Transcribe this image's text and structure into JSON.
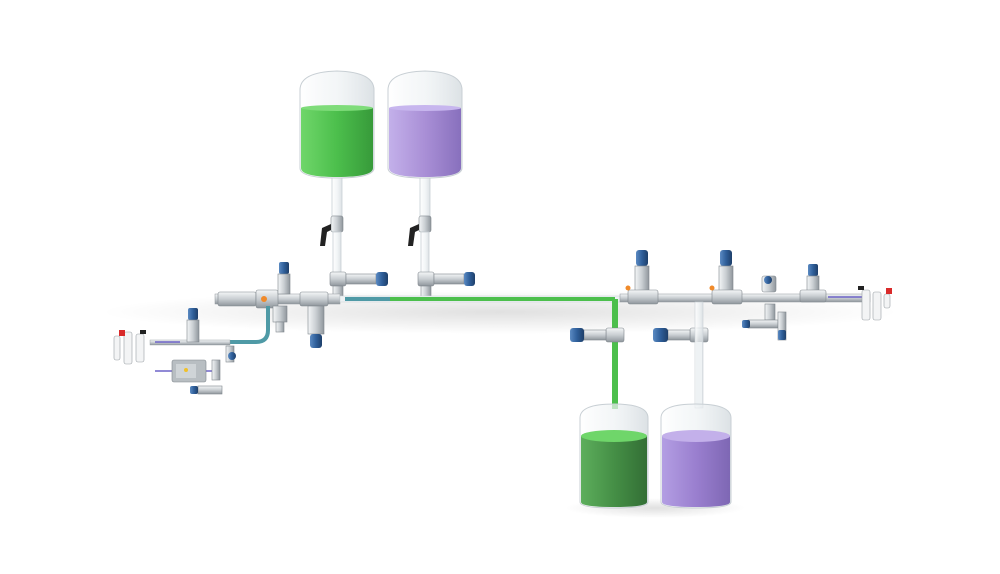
{
  "colors": {
    "background": "#ffffff",
    "green_liquid": "#4cbf4c",
    "green_liquid_dark": "#3a9e3d",
    "purple_liquid": "#a98fd6",
    "purple_liquid_dark": "#8e74c4",
    "glass": "#eef2f4",
    "steel": "#c9ced2",
    "steel_dark": "#8f969c",
    "actuator_blue": "#2f5f9a",
    "handle_black": "#222222",
    "teal_hose": "#4f9aa6",
    "warning_red": "#d92b2b",
    "purple_line": "#6d63c8"
  },
  "vessels": [
    {
      "name": "supply-tank-green",
      "liquid": "green",
      "fill_level": 0.7
    },
    {
      "name": "supply-tank-purple",
      "liquid": "purple",
      "fill_level": 0.7
    },
    {
      "name": "receiving-tank-green",
      "liquid": "green",
      "fill_level": 0.65
    },
    {
      "name": "receiving-tank-purple",
      "liquid": "purple",
      "fill_level": 0.65
    }
  ],
  "icons": [
    "tank-icon",
    "valve-icon",
    "actuator-icon",
    "hand-lever-icon",
    "filter-regulator-icon",
    "control-box-icon"
  ]
}
